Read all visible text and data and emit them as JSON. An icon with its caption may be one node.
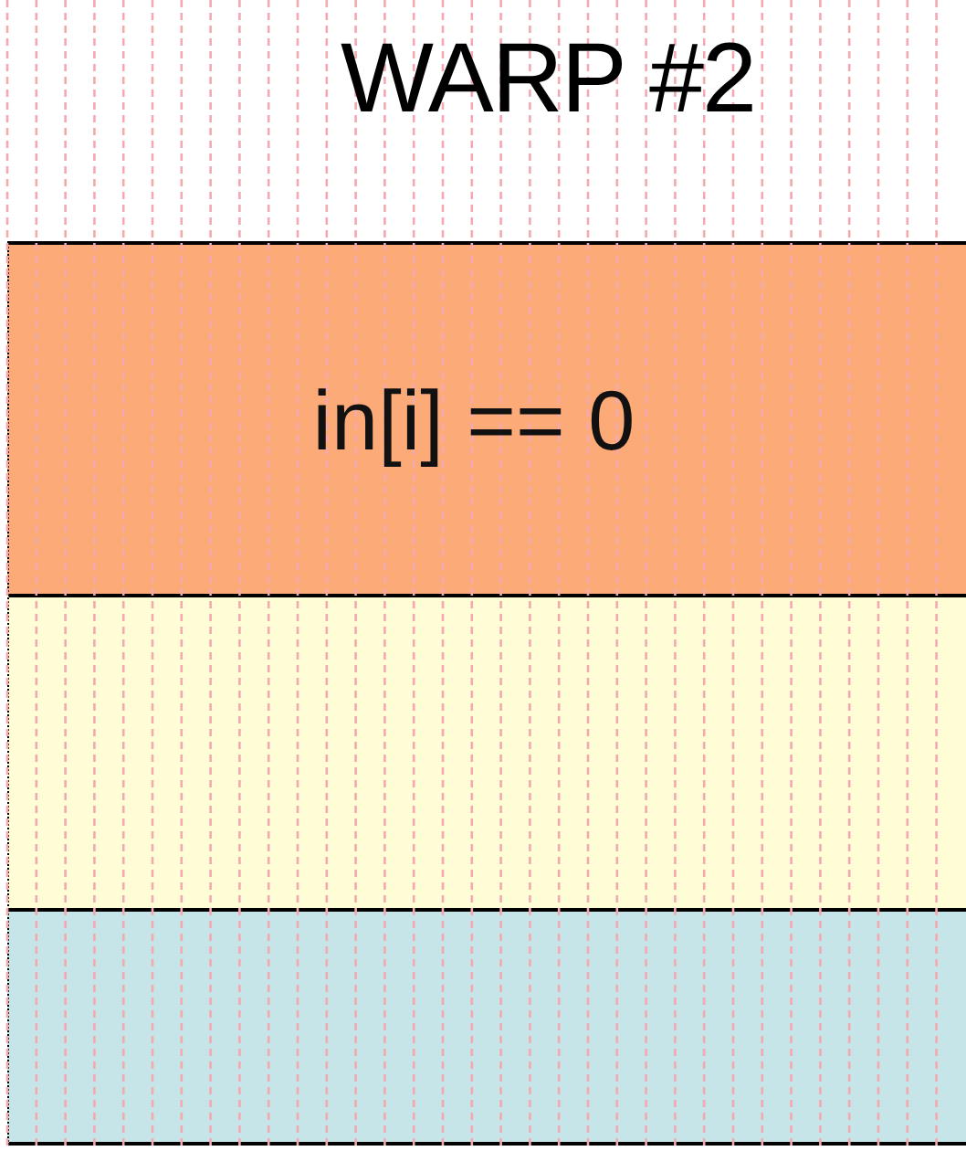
{
  "diagram": {
    "title": "WARP #2",
    "nodes": [
      {
        "text": [
          "in[i] == 0"
        ]
      },
      {
        "text": [],
        "shape": "box"
      },
      {
        "text": [],
        "shape": "box"
      }
    ]
  }
}
